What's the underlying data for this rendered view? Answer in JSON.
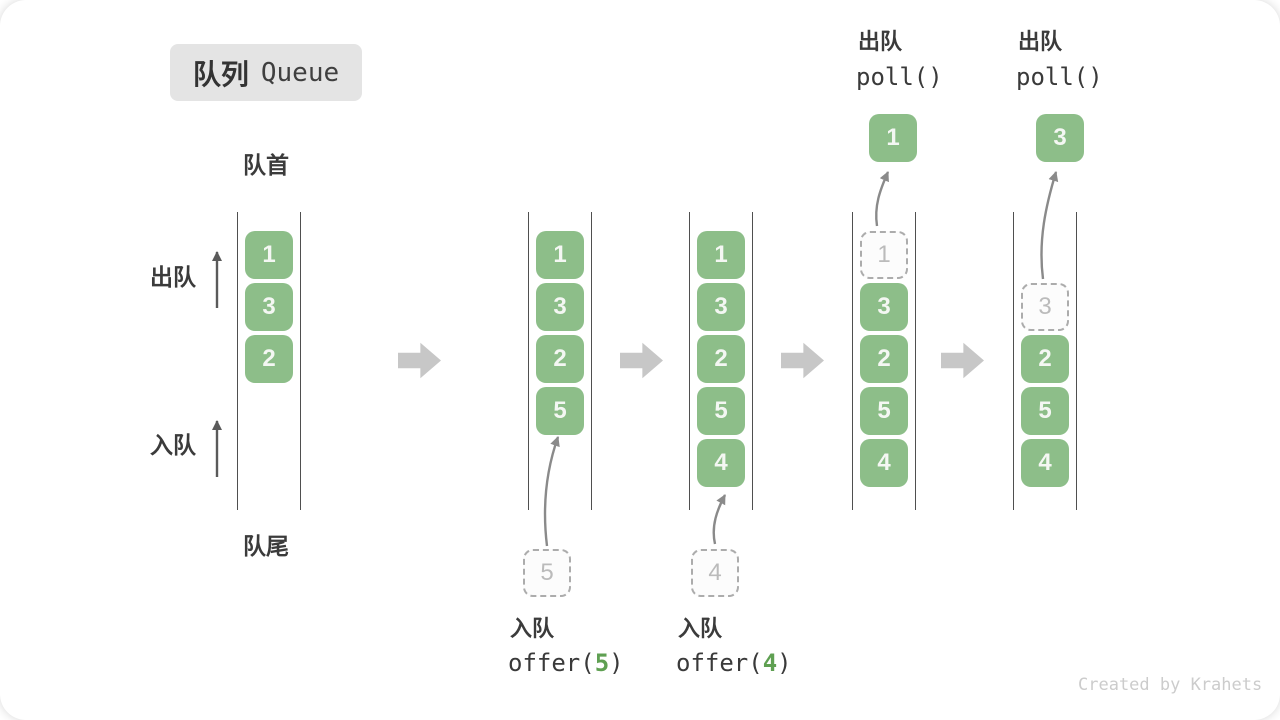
{
  "title": {
    "zh": "队列",
    "en": "Queue"
  },
  "labels": {
    "front": "队首",
    "rear": "队尾",
    "dequeue_side": "出队",
    "enqueue_side": "入队"
  },
  "colors": {
    "green": "#8dbe89",
    "cell_text": "#f4f7f3",
    "dashed_border": "#acacac",
    "dashed_text": "#bbbbbb",
    "rail": "#4f4f4f",
    "block_arrow": "#c7c7c7",
    "accent_green": "#5fa052",
    "title_bg": "#e4e4e4",
    "text_dark": "#3b3b3b",
    "credit": "#cccccc"
  },
  "queues": [
    {
      "name": "initial-state",
      "cells": [
        {
          "value": "1",
          "slot": 0,
          "style": "green"
        },
        {
          "value": "3",
          "slot": 1,
          "style": "green"
        },
        {
          "value": "2",
          "slot": 2,
          "style": "green"
        }
      ]
    },
    {
      "name": "after-offer-5",
      "cells": [
        {
          "value": "1",
          "slot": 0,
          "style": "green"
        },
        {
          "value": "3",
          "slot": 1,
          "style": "green"
        },
        {
          "value": "2",
          "slot": 2,
          "style": "green"
        },
        {
          "value": "5",
          "slot": 3,
          "style": "green"
        }
      ],
      "pending": {
        "value": "5"
      }
    },
    {
      "name": "after-offer-4",
      "cells": [
        {
          "value": "1",
          "slot": 0,
          "style": "green"
        },
        {
          "value": "3",
          "slot": 1,
          "style": "green"
        },
        {
          "value": "2",
          "slot": 2,
          "style": "green"
        },
        {
          "value": "5",
          "slot": 3,
          "style": "green"
        },
        {
          "value": "4",
          "slot": 4,
          "style": "green"
        }
      ],
      "pending": {
        "value": "4"
      }
    },
    {
      "name": "after-poll-1",
      "cells": [
        {
          "value": "1",
          "slot": 0,
          "style": "dashed"
        },
        {
          "value": "3",
          "slot": 1,
          "style": "green"
        },
        {
          "value": "2",
          "slot": 2,
          "style": "green"
        },
        {
          "value": "5",
          "slot": 3,
          "style": "green"
        },
        {
          "value": "4",
          "slot": 4,
          "style": "green"
        }
      ],
      "removed": {
        "value": "1"
      }
    },
    {
      "name": "after-poll-3",
      "cells": [
        {
          "value": "3",
          "slot": 1,
          "style": "dashed"
        },
        {
          "value": "2",
          "slot": 2,
          "style": "green"
        },
        {
          "value": "5",
          "slot": 3,
          "style": "green"
        },
        {
          "value": "4",
          "slot": 4,
          "style": "green"
        }
      ],
      "removed": {
        "value": "3"
      }
    }
  ],
  "operations": [
    {
      "action": "入队",
      "code_pre": "offer(",
      "code_num": "5",
      "code_post": ")"
    },
    {
      "action": "入队",
      "code_pre": "offer(",
      "code_num": "4",
      "code_post": ")"
    },
    {
      "action": "出队",
      "code_pre": "poll()",
      "code_num": "",
      "code_post": ""
    },
    {
      "action": "出队",
      "code_pre": "poll()",
      "code_num": "",
      "code_post": ""
    }
  ],
  "footer": {
    "credit": "Created by Krahets"
  }
}
